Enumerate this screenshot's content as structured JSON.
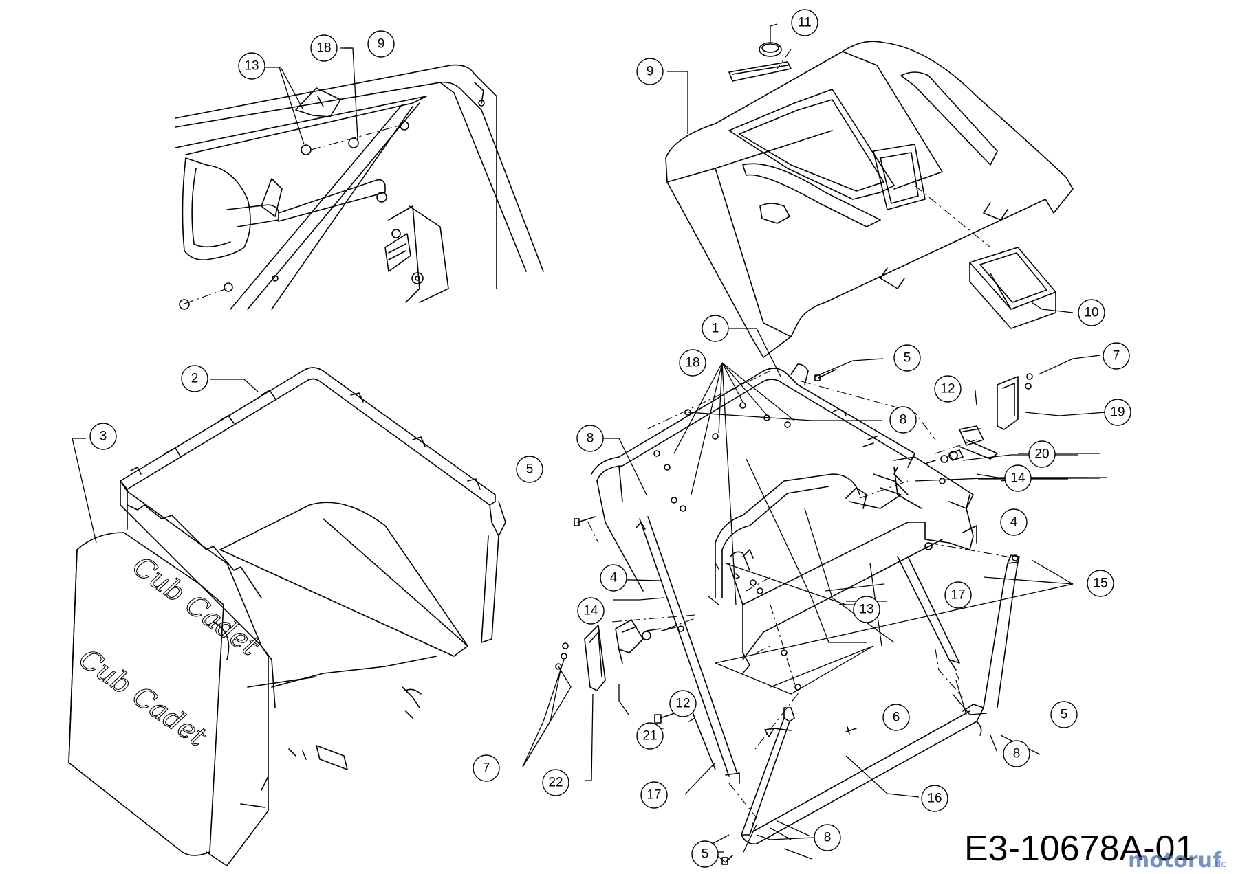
{
  "drawing": {
    "code": "E3-10678A-01",
    "watermark": {
      "main": "motoruf",
      "suffix": ".de"
    },
    "brand_marks": [
      "Cub Cadet",
      "Cub Cadet"
    ]
  },
  "callouts": [
    {
      "id": "c-13-top",
      "label": "13"
    },
    {
      "id": "c-18-top",
      "label": "18"
    },
    {
      "id": "c-9-top",
      "label": "9"
    },
    {
      "id": "c-11",
      "label": "11"
    },
    {
      "id": "c-9-hood",
      "label": "9"
    },
    {
      "id": "c-10",
      "label": "10"
    },
    {
      "id": "c-1",
      "label": "1"
    },
    {
      "id": "c-2",
      "label": "2"
    },
    {
      "id": "c-3",
      "label": "3"
    },
    {
      "id": "c-18-frame",
      "label": "18"
    },
    {
      "id": "c-5-upper",
      "label": "5"
    },
    {
      "id": "c-7-right",
      "label": "7"
    },
    {
      "id": "c-12-right",
      "label": "12"
    },
    {
      "id": "c-19",
      "label": "19"
    },
    {
      "id": "c-8-upper",
      "label": "8"
    },
    {
      "id": "c-8-left",
      "label": "8"
    },
    {
      "id": "c-20",
      "label": "20"
    },
    {
      "id": "c-5-left",
      "label": "5"
    },
    {
      "id": "c-14-right",
      "label": "14"
    },
    {
      "id": "c-4-right",
      "label": "4"
    },
    {
      "id": "c-15",
      "label": "15"
    },
    {
      "id": "c-4-left",
      "label": "4"
    },
    {
      "id": "c-17-right",
      "label": "17"
    },
    {
      "id": "c-14-left",
      "label": "14"
    },
    {
      "id": "c-13-frame",
      "label": "13"
    },
    {
      "id": "c-12-left",
      "label": "12"
    },
    {
      "id": "c-6",
      "label": "6"
    },
    {
      "id": "c-5-right",
      "label": "5"
    },
    {
      "id": "c-21",
      "label": "21"
    },
    {
      "id": "c-7-left",
      "label": "7"
    },
    {
      "id": "c-8-right",
      "label": "8"
    },
    {
      "id": "c-22",
      "label": "22"
    },
    {
      "id": "c-17-bottom",
      "label": "17"
    },
    {
      "id": "c-16",
      "label": "16"
    },
    {
      "id": "c-8-bottom",
      "label": "8"
    },
    {
      "id": "c-5-bottom",
      "label": "5"
    }
  ]
}
